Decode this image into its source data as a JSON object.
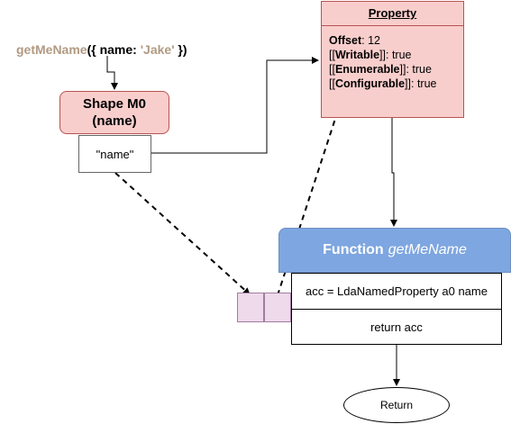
{
  "call_expression": {
    "function_name": "getMeName",
    "open": "({ name: ",
    "string_literal": "'Jake'",
    "close": " })"
  },
  "shape": {
    "title": "Shape M0",
    "subtitle": "(name)",
    "slot_label": "\"name\""
  },
  "property": {
    "title": "Property",
    "offset_key": "Offset",
    "offset_value": ": 12",
    "writable_key": "Writable",
    "writable_value": "]]: true",
    "enumerable_key": "Enumerable",
    "enumerable_value": "]]: true",
    "configurable_key": "Configurable",
    "configurable_value": "]]: true",
    "open_brackets": "[["
  },
  "function_box": {
    "label": "Function",
    "name": "getMeName",
    "instruction_1": "acc = LdaNamedProperty a0 name",
    "instruction_2": "return acc"
  },
  "return_node": {
    "label": "Return"
  },
  "colors": {
    "shape_fill": "#f8cecc",
    "shape_border": "#b85450",
    "function_header": "#7ea6e0",
    "feedback_cell": "#eedaeb",
    "call_text_muted": "#b19a82"
  }
}
